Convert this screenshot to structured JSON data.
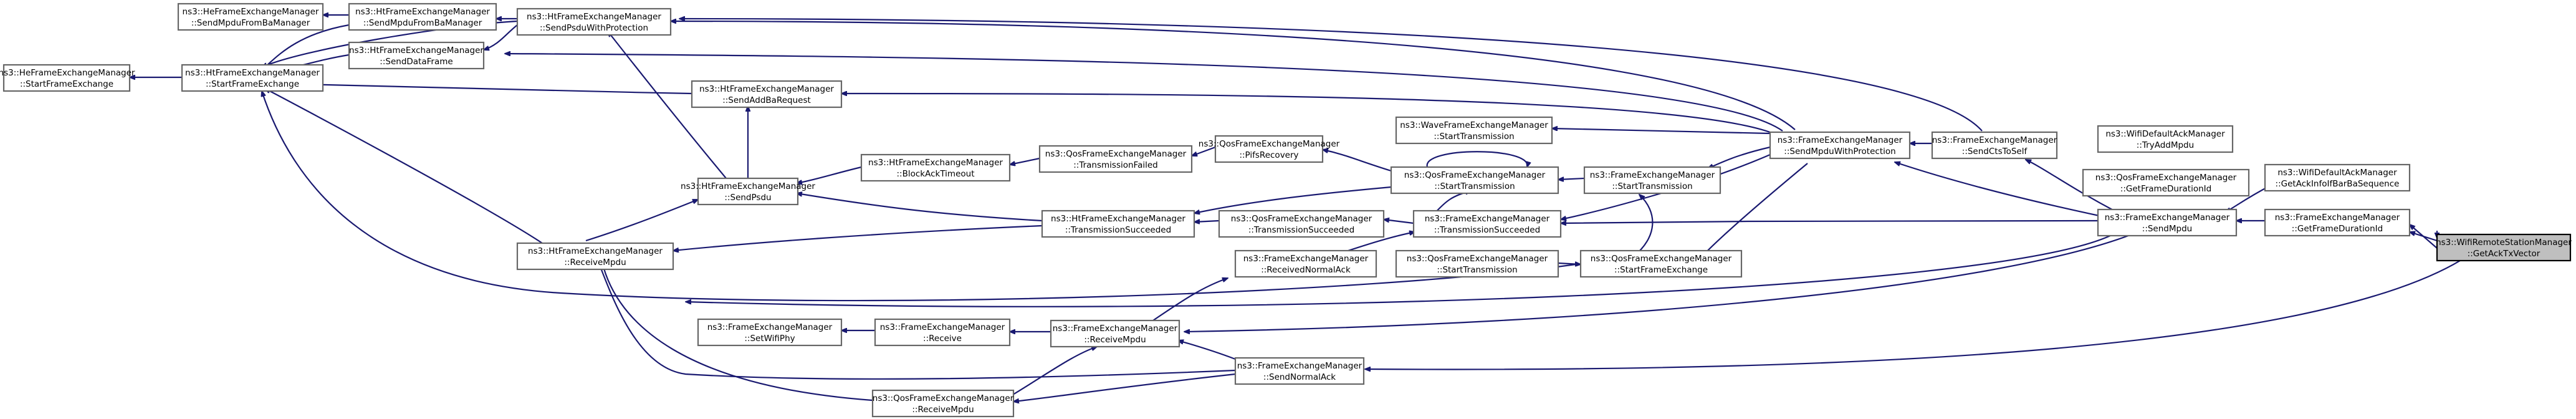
{
  "colors": {
    "edge": "#191970",
    "node_border": "#666666",
    "focus_fill": "#bfbfbf",
    "background": "#ffffff"
  },
  "nodes": [
    {
      "id": "n1",
      "line1": "ns3::HeFrameExchangeManager",
      "line2": "::StartFrameExchange"
    },
    {
      "id": "n2",
      "line1": "ns3::HeFrameExchangeManager",
      "line2": "::SendMpduFromBaManager"
    },
    {
      "id": "n3",
      "line1": "ns3::HtFrameExchangeManager",
      "line2": "::StartFrameExchange"
    },
    {
      "id": "n4",
      "line1": "ns3::HtFrameExchangeManager",
      "line2": "::SendMpduFromBaManager"
    },
    {
      "id": "n5",
      "line1": "ns3::HtFrameExchangeManager",
      "line2": "::SendDataFrame"
    },
    {
      "id": "n6",
      "line1": "ns3::HtFrameExchangeManager",
      "line2": "::SendPsduWithProtection"
    },
    {
      "id": "n7",
      "line1": "ns3::HtFrameExchangeManager",
      "line2": "::SendAddBaRequest"
    },
    {
      "id": "n8",
      "line1": "ns3::HtFrameExchangeManager",
      "line2": "::SendPsdu"
    },
    {
      "id": "n9",
      "line1": "ns3::HtFrameExchangeManager",
      "line2": "::ReceiveMpdu"
    },
    {
      "id": "n10",
      "line1": "ns3::HtFrameExchangeManager",
      "line2": "::BlockAckTimeout"
    },
    {
      "id": "n11",
      "line1": "ns3::QosFrameExchangeManager",
      "line2": "::TransmissionFailed"
    },
    {
      "id": "n12",
      "line1": "ns3::QosFrameExchangeManager",
      "line2": "::PifsRecovery"
    },
    {
      "id": "n13",
      "line1": "ns3::HtFrameExchangeManager",
      "line2": "::TransmissionSucceeded"
    },
    {
      "id": "n14",
      "line1": "ns3::QosFrameExchangeManager",
      "line2": "::TransmissionSucceeded"
    },
    {
      "id": "n15",
      "line1": "ns3::QosFrameExchangeManager",
      "line2": "::StartTransmission"
    },
    {
      "id": "n16",
      "line1": "ns3::WaveFrameExchangeManager",
      "line2": "::StartTransmission"
    },
    {
      "id": "n17",
      "line1": "ns3::FrameExchangeManager",
      "line2": "::StartTransmission"
    },
    {
      "id": "n18",
      "line1": "ns3::FrameExchangeManager",
      "line2": "::TransmissionSucceeded"
    },
    {
      "id": "n19",
      "line1": "ns3::FrameExchangeManager",
      "line2": "::ReceivedNormalAck"
    },
    {
      "id": "n20",
      "line1": "ns3::QosFrameExchangeManager",
      "line2": "::StartTransmission"
    },
    {
      "id": "n21",
      "line1": "ns3::QosFrameExchangeManager",
      "line2": "::StartFrameExchange"
    },
    {
      "id": "n22",
      "line1": "ns3::FrameExchangeManager",
      "line2": "::SetWifiPhy"
    },
    {
      "id": "n23",
      "line1": "ns3::FrameExchangeManager",
      "line2": "::Receive"
    },
    {
      "id": "n24",
      "line1": "ns3::FrameExchangeManager",
      "line2": "::ReceiveMpdu"
    },
    {
      "id": "n25",
      "line1": "ns3::FrameExchangeManager",
      "line2": "::SendNormalAck"
    },
    {
      "id": "n26",
      "line1": "ns3::QosFrameExchangeManager",
      "line2": "::ReceiveMpdu"
    },
    {
      "id": "n27",
      "line1": "ns3::FrameExchangeManager",
      "line2": "::SendMpduWithProtection"
    },
    {
      "id": "n28",
      "line1": "ns3::FrameExchangeManager",
      "line2": "::SendCtsToSelf"
    },
    {
      "id": "n29",
      "line1": "ns3::FrameExchangeManager",
      "line2": "::SendMpdu"
    },
    {
      "id": "n30",
      "line1": "ns3::WifiDefaultAckManager",
      "line2": "::TryAddMpdu"
    },
    {
      "id": "n31",
      "line1": "ns3::QosFrameExchangeManager",
      "line2": "::GetFrameDurationId"
    },
    {
      "id": "n32",
      "line1": "ns3::WifiDefaultAckManager",
      "line2": "::GetAckInfoIfBarBaSequence"
    },
    {
      "id": "n33",
      "line1": "ns3::FrameExchangeManager",
      "line2": "::GetFrameDurationId"
    },
    {
      "id": "n34",
      "line1": "ns3::WifiRemoteStationManager",
      "line2": "::GetAckTxVector"
    }
  ]
}
